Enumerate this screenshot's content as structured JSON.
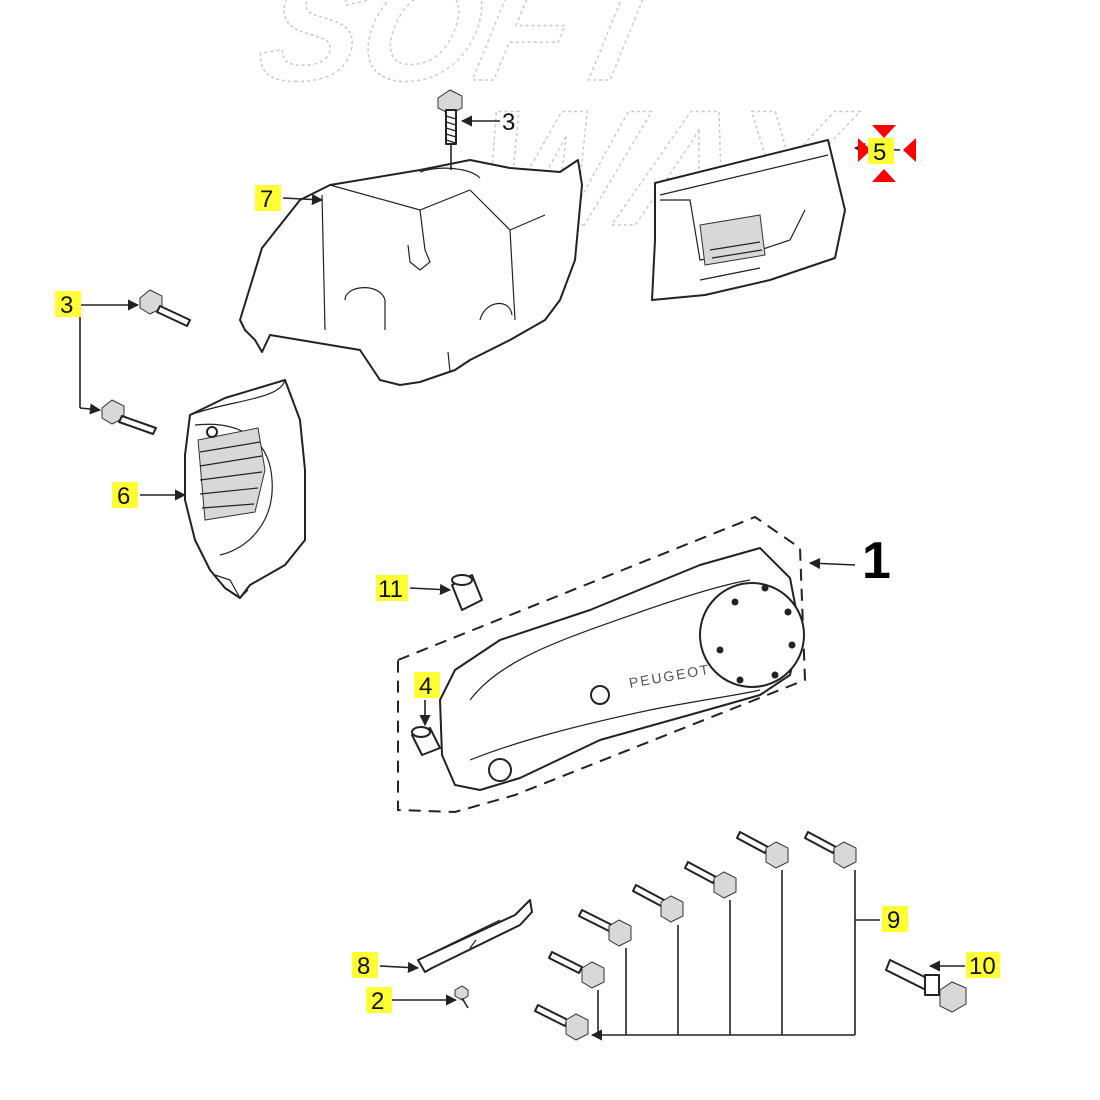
{
  "watermark": {
    "line1": "SOFT",
    "line2": "WAY"
  },
  "callouts": {
    "c1": "1",
    "c2": "2",
    "c3_top": "3",
    "c3_left": "3",
    "c4": "4",
    "c5": "5",
    "c6": "6",
    "c7": "7",
    "c8": "8",
    "c9": "9",
    "c10": "10",
    "c11": "11"
  },
  "cover_brand": "PEUGEOT",
  "colors": {
    "highlight": "#ffff33",
    "marker": "#ff0000",
    "ink": "#222222"
  }
}
